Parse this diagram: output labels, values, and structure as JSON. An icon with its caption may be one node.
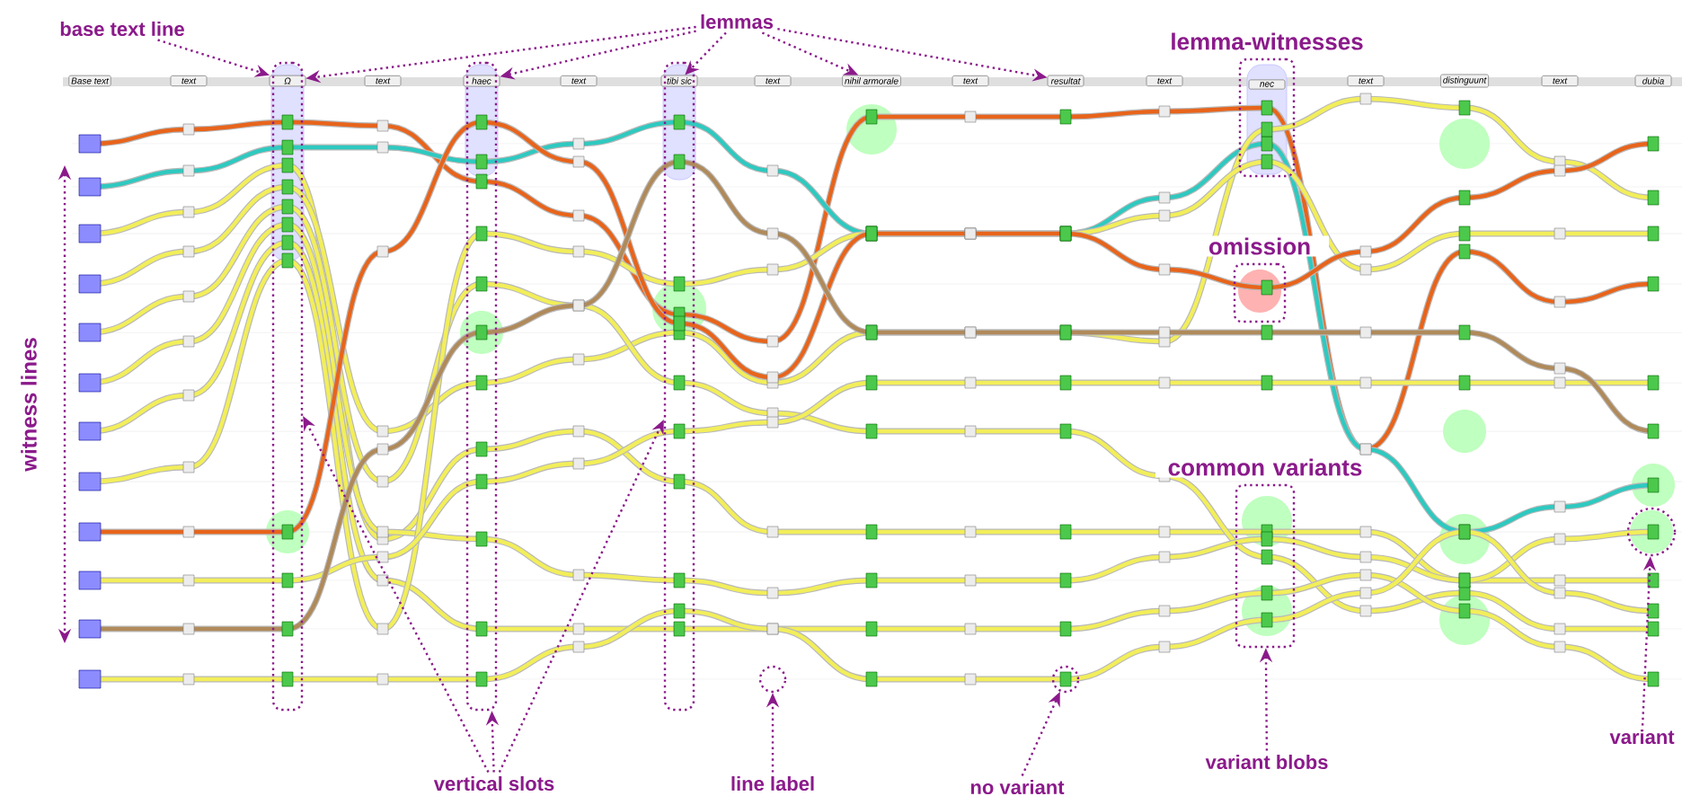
{
  "diagram": {
    "nodes": [
      {
        "text": [
          "base text line"
        ]
      },
      {
        "text": [
          "lemmas"
        ]
      },
      {
        "text": [
          "lemma-witnesses"
        ]
      },
      {
        "text": [
          "Base text"
        ]
      },
      {
        "text": [
          "text"
        ]
      },
      {
        "text": [
          "Ω"
        ]
      },
      {
        "text": [
          "text"
        ]
      },
      {
        "text": [
          "haec"
        ]
      },
      {
        "text": [
          "text"
        ]
      },
      {
        "text": [
          "tibi sic"
        ]
      },
      {
        "text": [
          "text"
        ]
      },
      {
        "text": [
          "nihil armorale"
        ]
      },
      {
        "text": [
          "text"
        ]
      },
      {
        "text": [
          "resultat"
        ]
      },
      {
        "text": [
          "text"
        ]
      },
      {
        "text": [
          "nec"
        ],
        "in": 2
      },
      {
        "text": [
          "text"
        ]
      },
      {
        "text": [
          "distinguunt"
        ]
      },
      {
        "text": [
          "text"
        ]
      },
      {
        "text": [
          "dubia"
        ]
      },
      {
        "text": [
          "omission"
        ]
      },
      {
        "text": [],
        "shape": "box"
      },
      {
        "text": [],
        "shape": "box"
      },
      {
        "text": [],
        "shape": "box"
      },
      {
        "text": [
          "common variants"
        ]
      },
      {
        "text": [],
        "shape": "circle"
      },
      {
        "text": [],
        "shape": "circle"
      },
      {
        "text": [],
        "shape": "circle"
      },
      {
        "text": [
          "vertical slots"
        ]
      },
      {
        "text": [
          "line label"
        ]
      },
      {
        "text": [
          "no variant"
        ]
      },
      {
        "text": [
          "variant blobs"
        ]
      },
      {
        "text": [
          "variant"
        ]
      }
    ],
    "edges": [
      {
        "from": 0,
        "to": 5,
        "arrow": "to"
      },
      {
        "from": 1,
        "to": 5,
        "arrow": "to"
      },
      {
        "from": 1,
        "to": 7,
        "arrow": "to"
      },
      {
        "from": 1,
        "to": 9,
        "arrow": "to"
      },
      {
        "from": 1,
        "to": 11,
        "arrow": "to"
      },
      {
        "from": 1,
        "to": 13,
        "arrow": "to"
      },
      {
        "from": 28,
        "to": 21,
        "arrow": "to"
      },
      {
        "from": 28,
        "to": 22,
        "arrow": "to"
      },
      {
        "from": 28,
        "to": 23,
        "arrow": "to"
      },
      {
        "from": 29,
        "to": 25,
        "arrow": "to"
      },
      {
        "from": 30,
        "to": 26,
        "arrow": "to"
      },
      {
        "from": 31,
        "to": 24,
        "arrow": "to"
      },
      {
        "from": 32,
        "to": 27,
        "arrow": "to"
      }
    ],
    "labels": [
      "witness lines"
    ]
  }
}
